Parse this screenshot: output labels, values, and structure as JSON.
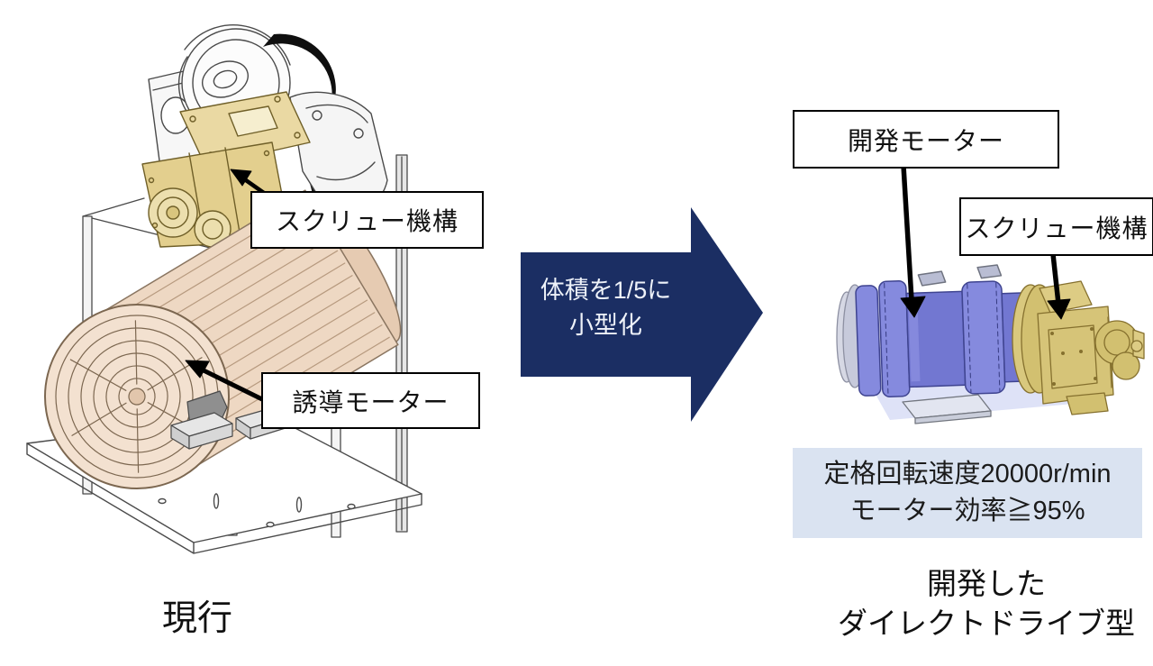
{
  "colors": {
    "arrow_navy": "#1b2e63",
    "arrow_text": "#eef2f9",
    "spec_box_bg": "#dae3f1",
    "motor_blue": "#767bd3",
    "screw_gold": "#d8c67a",
    "label_border": "#000000"
  },
  "left_unit": {
    "screw_label": "スクリュー機構",
    "induction_label": "誘導モーター",
    "caption": "現行"
  },
  "transform_arrow": {
    "line1": "体積を1/5に",
    "line2": "小型化"
  },
  "right_unit": {
    "dev_motor_label": "開発モーター",
    "screw_label": "スクリュー機構",
    "spec_line1": "定格回転速度20000r/min",
    "spec_line2": "モーター効率≧95%",
    "caption_line1": "開発した",
    "caption_line2": "ダイレクトドライブ型"
  }
}
